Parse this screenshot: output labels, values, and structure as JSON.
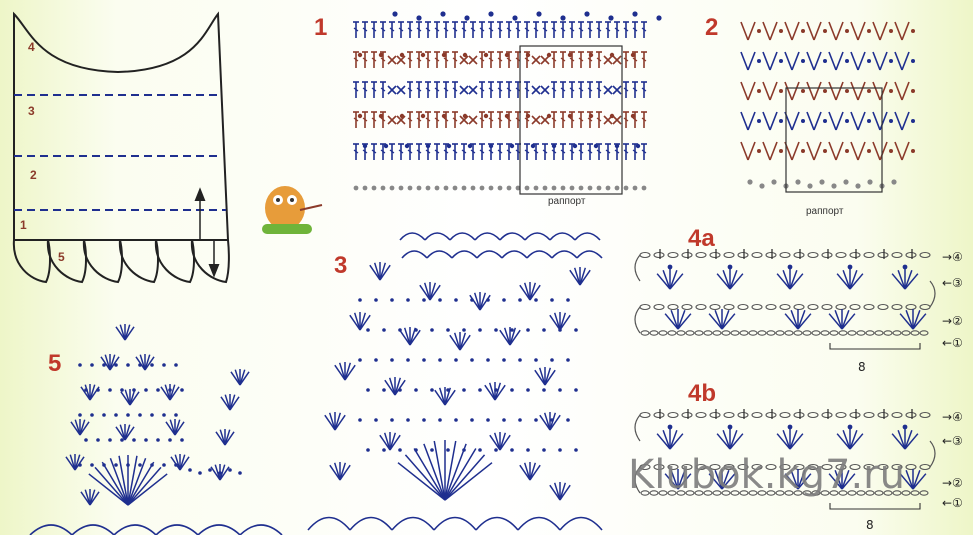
{
  "figure_labels": {
    "pattern1": "1",
    "pattern2": "2",
    "pattern3": "3",
    "pattern4a": "4a",
    "pattern4b": "4b",
    "pattern5": "5"
  },
  "garment_zones": [
    "1",
    "2",
    "3",
    "4",
    "5"
  ],
  "repeat_caption_1": "раппорт",
  "repeat_caption_2": "раппорт",
  "row_markers_4a": [
    "→④",
    "←③",
    "→②",
    "←①"
  ],
  "row_markers_4b": [
    "→④",
    "←③",
    "→②",
    "←①"
  ],
  "stitch_count_4a": "8",
  "stitch_count_4b": "8",
  "watermark": "Klubok.kg7.ru",
  "colors": {
    "blue": "#1f2f8f",
    "brown": "#8b3a2a",
    "gray": "#888888",
    "label_red": "#c0392b"
  },
  "icons": [
    "owl-mascot-icon"
  ]
}
